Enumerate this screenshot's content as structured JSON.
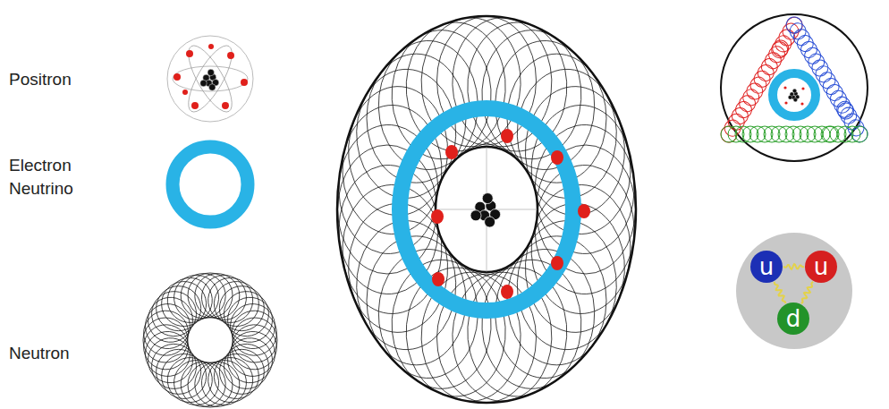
{
  "diagram": {
    "nodes": [
      {
        "text": [
          "u"
        ]
      },
      {
        "text": [
          "u"
        ]
      },
      {
        "text": [
          "d"
        ]
      }
    ],
    "edges": [
      {
        "from": 0,
        "to": 1,
        "arrow": "none"
      },
      {
        "from": 0,
        "to": 2,
        "arrow": "none"
      },
      {
        "from": 1,
        "to": 2,
        "arrow": "none"
      }
    ],
    "labels": [
      "Positron",
      "Electron Neutrino",
      "Neutron"
    ]
  }
}
